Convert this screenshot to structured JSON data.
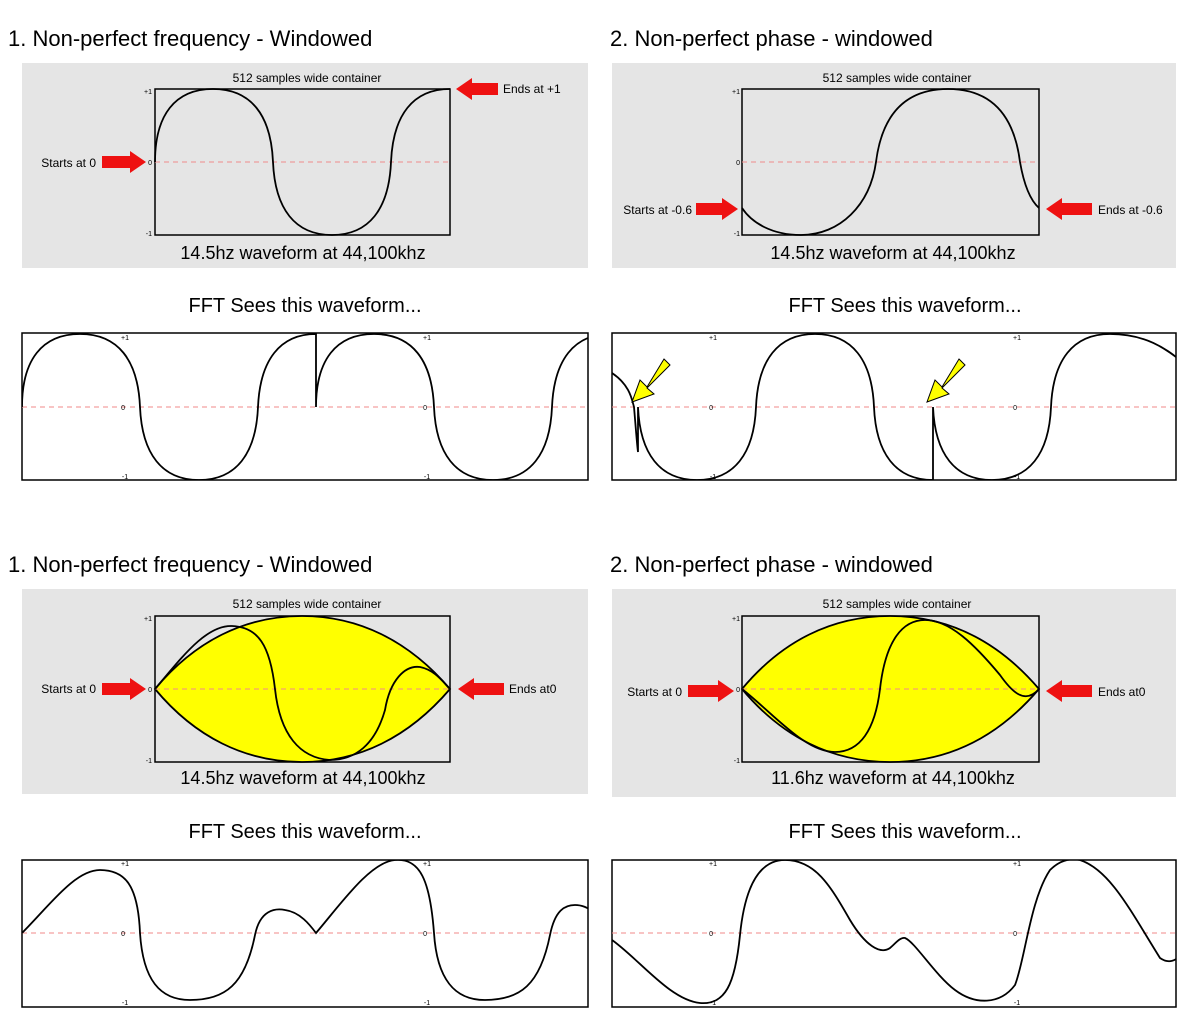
{
  "rows": [
    {
      "panels": [
        {
          "heading": "1. Non-perfect frequency - Windowed",
          "container_label": "512 samples wide container",
          "caption": "14.5hz waveform at 44,100khz",
          "axis_ticks": [
            "+1",
            "0",
            "-1"
          ],
          "start_label": "Starts at 0",
          "end_label": "Ends at +1",
          "fft_heading": "FFT Sees this waveform...",
          "fft_ticks": [
            "+1",
            "0",
            "-1"
          ]
        },
        {
          "heading": "2. Non-perfect phase - windowed",
          "container_label": "512 samples wide container",
          "caption": "14.5hz waveform at 44,100khz",
          "axis_ticks": [
            "+1",
            "0",
            "-1"
          ],
          "start_label": "Starts at -0.6",
          "end_label": "Ends at -0.6",
          "fft_heading": "FFT Sees this waveform...",
          "fft_ticks": [
            "+1",
            "0",
            "-1"
          ]
        }
      ]
    },
    {
      "panels": [
        {
          "heading": "1. Non-perfect frequency - Windowed",
          "container_label": "512 samples wide container",
          "caption": "14.5hz waveform at 44,100khz",
          "axis_ticks": [
            "+1",
            "0",
            "-1"
          ],
          "start_label": "Starts at 0",
          "end_label": "Ends at0",
          "fft_heading": "FFT Sees this waveform...",
          "fft_ticks": [
            "+1",
            "0",
            "-1"
          ]
        },
        {
          "heading": "2. Non-perfect phase - windowed",
          "container_label": "512 samples wide container",
          "caption": "11.6hz waveform at 44,100khz",
          "axis_ticks": [
            "+1",
            "0",
            "-1"
          ],
          "start_label": "Starts at 0",
          "end_label": "Ends at0",
          "fft_heading": "FFT Sees this waveform...",
          "fft_ticks": [
            "+1",
            "0",
            "-1"
          ]
        }
      ]
    }
  ],
  "colors": {
    "panel_bg": "#e5e5e5",
    "arrow_red": "#ee1111",
    "marker_yellow": "#ffff00",
    "window_fill": "#ffff00",
    "zero_line": "#f08a8a",
    "stroke": "#000000"
  }
}
